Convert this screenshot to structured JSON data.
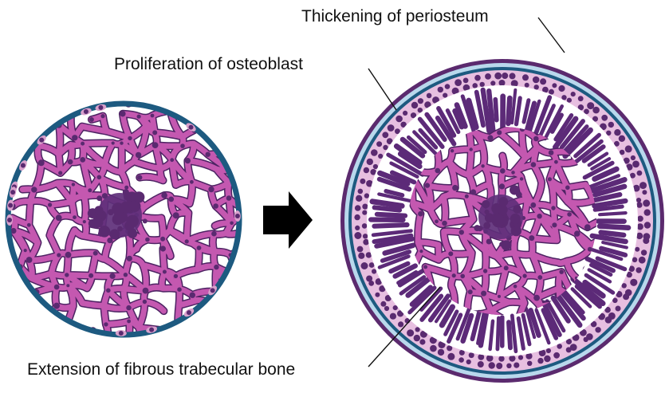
{
  "labels": {
    "periosteum": "Thickening of periosteum",
    "osteoblast": "Proliferation of osteoblast",
    "trabecular": "Extension of fibrous trabecular bone"
  },
  "colors": {
    "rim_blue": "#1d5a80",
    "rim_purple": "#5b2a6e",
    "trabecula_pink": "#c458b0",
    "trabecula_outline": "#4d2363",
    "center_purple": "#5e2f7a",
    "nuclei_purple": "#5a2a70",
    "cell_pink": "#d9a0cc",
    "fiber_purple": "#5c2a78",
    "periosteum_light": "#b9d8ec",
    "arrow": "#000000"
  },
  "icons": {
    "transition": "right-arrow-icon"
  }
}
